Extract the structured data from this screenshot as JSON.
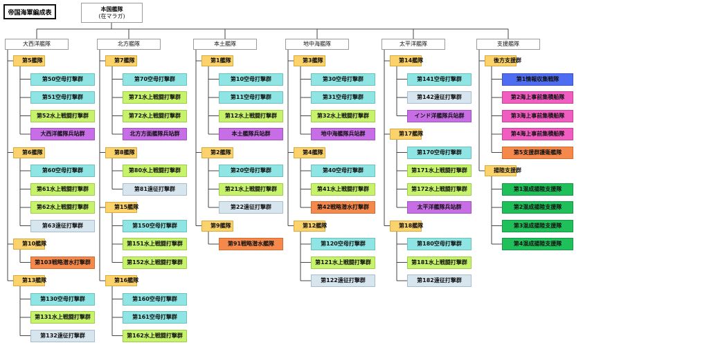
{
  "title": "帝国海軍編成表",
  "root": {
    "name": "本国艦隊",
    "sub": "(在マラガ)"
  },
  "colors": {
    "line": "#444444",
    "division": "#fbd26b",
    "carrier": "#8ee5e3",
    "surface": "#c7f26b",
    "station": "#c76ee6",
    "expedition": "#d7e5ef",
    "submarine": "#f5894b",
    "intel": "#4f6df0",
    "sealift": "#f05cc0",
    "landing": "#1fbf5a"
  },
  "fleets": [
    {
      "label": "大西洋艦隊",
      "divisions": [
        {
          "label": "第5艦隊",
          "units": [
            {
              "label": "第50空母打撃群",
              "kind": "carrier"
            },
            {
              "label": "第51空母打撃群",
              "kind": "carrier"
            },
            {
              "label": "第52水上戦闘打撃群",
              "kind": "surface"
            },
            {
              "label": "大西洋艦隊兵站群",
              "kind": "station"
            }
          ]
        },
        {
          "label": "第6艦隊",
          "units": [
            {
              "label": "第60空母打撃群",
              "kind": "carrier"
            },
            {
              "label": "第61水上戦闘打撃群",
              "kind": "surface"
            },
            {
              "label": "第62水上戦闘打撃群",
              "kind": "surface"
            },
            {
              "label": "第63遠征打撃群",
              "kind": "expedition"
            }
          ]
        },
        {
          "label": "第10艦隊",
          "units": [
            {
              "label": "第103戦略潜水打撃群",
              "kind": "submarine"
            }
          ]
        },
        {
          "label": "第13艦隊",
          "units": [
            {
              "label": "第130空母打撃群",
              "kind": "carrier"
            },
            {
              "label": "第131水上戦闘打撃群",
              "kind": "surface"
            },
            {
              "label": "第132遠征打撃群",
              "kind": "expedition"
            }
          ]
        }
      ]
    },
    {
      "label": "北方艦隊",
      "divisions": [
        {
          "label": "第7艦隊",
          "units": [
            {
              "label": "第70空母打撃群",
              "kind": "carrier"
            },
            {
              "label": "第71水上戦闘打撃群",
              "kind": "surface"
            },
            {
              "label": "第72水上戦闘打撃群",
              "kind": "surface"
            },
            {
              "label": "北方方面艦隊兵站群",
              "kind": "station"
            }
          ]
        },
        {
          "label": "第8艦隊",
          "units": [
            {
              "label": "第80水上戦闘打撃群",
              "kind": "surface"
            },
            {
              "label": "第81遠征打撃群",
              "kind": "expedition"
            }
          ]
        },
        {
          "label": "第15艦隊",
          "units": [
            {
              "label": "第150空母打撃群",
              "kind": "carrier"
            },
            {
              "label": "第151水上戦闘打撃群",
              "kind": "surface"
            },
            {
              "label": "第152水上戦闘打撃群",
              "kind": "surface"
            }
          ]
        },
        {
          "label": "第16艦隊",
          "units": [
            {
              "label": "第160空母打撃群",
              "kind": "carrier"
            },
            {
              "label": "第161空母打撃群",
              "kind": "carrier"
            },
            {
              "label": "第162水上戦闘打撃群",
              "kind": "surface"
            }
          ]
        }
      ]
    },
    {
      "label": "本土艦隊",
      "divisions": [
        {
          "label": "第1艦隊",
          "units": [
            {
              "label": "第10空母打撃群",
              "kind": "carrier"
            },
            {
              "label": "第11空母打撃群",
              "kind": "carrier"
            },
            {
              "label": "第12水上戦闘打撃群",
              "kind": "surface"
            },
            {
              "label": "本土艦隊兵站群",
              "kind": "station"
            }
          ]
        },
        {
          "label": "第2艦隊",
          "units": [
            {
              "label": "第20空母打撃群",
              "kind": "carrier"
            },
            {
              "label": "第21水上戦闘打撃群",
              "kind": "surface"
            },
            {
              "label": "第22遠征打撃群",
              "kind": "expedition"
            }
          ]
        },
        {
          "label": "第9艦隊",
          "units": [
            {
              "label": "第91戦略潜水艦隊",
              "kind": "submarine"
            }
          ]
        }
      ]
    },
    {
      "label": "地中海艦隊",
      "divisions": [
        {
          "label": "第3艦隊",
          "units": [
            {
              "label": "第30空母打撃群",
              "kind": "carrier"
            },
            {
              "label": "第31空母打撃群",
              "kind": "carrier"
            },
            {
              "label": "第32水上戦闘打撃群",
              "kind": "surface"
            },
            {
              "label": "地中海艦隊兵站群",
              "kind": "station"
            }
          ]
        },
        {
          "label": "第4艦隊",
          "units": [
            {
              "label": "第40空母打撃群",
              "kind": "carrier"
            },
            {
              "label": "第41水上戦闘打撃群",
              "kind": "surface"
            },
            {
              "label": "第42戦略潜水打撃群",
              "kind": "submarine"
            }
          ]
        },
        {
          "label": "第12艦隊",
          "units": [
            {
              "label": "第120空母打撃群",
              "kind": "carrier"
            },
            {
              "label": "第121水上戦闘打撃群",
              "kind": "surface"
            },
            {
              "label": "第122遠征打撃群",
              "kind": "expedition"
            }
          ]
        }
      ]
    },
    {
      "label": "太平洋艦隊",
      "divisions": [
        {
          "label": "第14艦隊",
          "units": [
            {
              "label": "第141空母打撃群",
              "kind": "carrier"
            },
            {
              "label": "第142遠征打撃群",
              "kind": "expedition"
            },
            {
              "label": "インド洋艦隊兵站群",
              "kind": "station"
            }
          ]
        },
        {
          "label": "第17艦隊",
          "units": [
            {
              "label": "第170空母打撃群",
              "kind": "carrier"
            },
            {
              "label": "第171水上戦闘打撃群",
              "kind": "surface"
            },
            {
              "label": "第172水上戦闘打撃群",
              "kind": "surface"
            },
            {
              "label": "太平洋艦隊兵站群",
              "kind": "station"
            }
          ]
        },
        {
          "label": "第18艦隊",
          "units": [
            {
              "label": "第180空母打撃群",
              "kind": "carrier"
            },
            {
              "label": "第181水上戦闘打撃群",
              "kind": "surface"
            },
            {
              "label": "第182遠征打撃群",
              "kind": "expedition"
            }
          ]
        }
      ]
    },
    {
      "label": "支援艦隊",
      "divisions": [
        {
          "label": "後方支援群",
          "units": [
            {
              "label": "第1情報収集戦隊",
              "kind": "intel"
            },
            {
              "label": "第2海上事前集積船隊",
              "kind": "sealift"
            },
            {
              "label": "第3海上事前集積船隊",
              "kind": "sealift"
            },
            {
              "label": "第4海上事前集積船隊",
              "kind": "sealift"
            },
            {
              "label": "第5支援群護衛艦隊",
              "kind": "submarine"
            }
          ]
        },
        {
          "label": "揚陸支援群",
          "units": [
            {
              "label": "第1混成揚陸支援隊",
              "kind": "landing"
            },
            {
              "label": "第2混成揚陸支援隊",
              "kind": "landing"
            },
            {
              "label": "第3混成揚陸支援隊",
              "kind": "landing"
            },
            {
              "label": "第4混成揚陸支援隊",
              "kind": "landing"
            }
          ]
        }
      ]
    }
  ]
}
